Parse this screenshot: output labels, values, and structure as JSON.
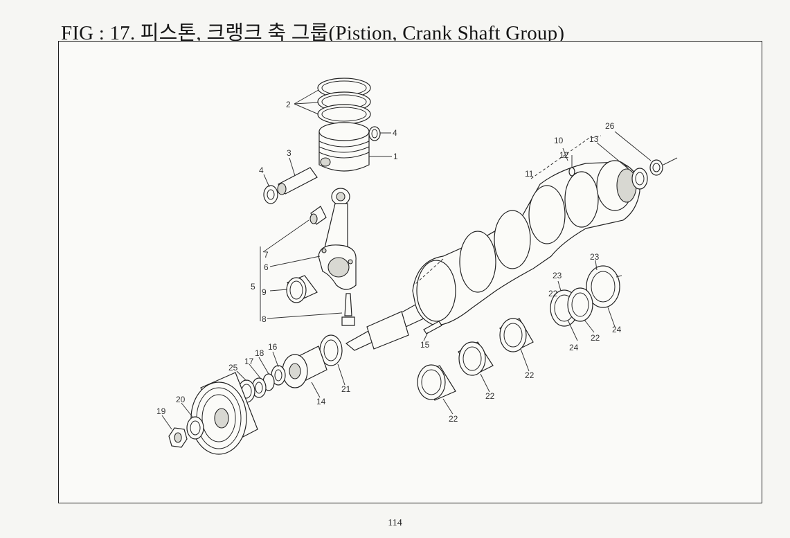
{
  "document": {
    "title": "FIG : 17. 피스톤, 크랭크 축 그룹(Pistion, Crank Shaft Group)",
    "page_number": "114"
  },
  "callouts": [
    "1",
    "2",
    "3",
    "4",
    "4",
    "5",
    "6",
    "7",
    "8",
    "9",
    "10",
    "11",
    "12",
    "13",
    "14",
    "15",
    "16",
    "17",
    "18",
    "19",
    "20",
    "21",
    "22",
    "22",
    "22",
    "22",
    "22",
    "23",
    "23",
    "24",
    "24",
    "25",
    "26"
  ]
}
